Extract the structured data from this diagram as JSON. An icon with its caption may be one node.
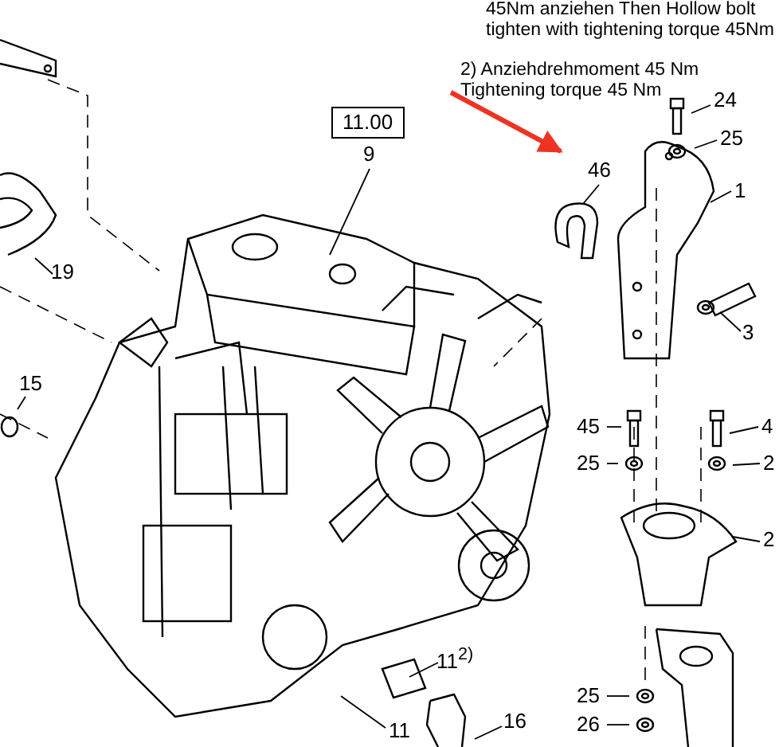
{
  "diagram": {
    "nodes": [
      {
        "text": [
          "11.00"
        ]
      },
      {
        "text": [
          "9"
        ]
      },
      {
        "text": [
          "24"
        ]
      },
      {
        "text": [
          "25"
        ]
      },
      {
        "text": [
          "46"
        ]
      },
      {
        "text": [
          "1"
        ]
      },
      {
        "text": [
          "3"
        ]
      },
      {
        "text": [
          "19"
        ]
      },
      {
        "text": [
          "15"
        ]
      },
      {
        "text": [
          "45"
        ]
      },
      {
        "text": [
          "25"
        ]
      },
      {
        "text": [
          "4"
        ]
      },
      {
        "text": [
          "2"
        ]
      },
      {
        "text": [
          "2"
        ]
      },
      {
        "text": [
          "11$^{2)}$"
        ]
      },
      {
        "text": [
          "11"
        ]
      },
      {
        "text": [
          "16"
        ]
      },
      {
        "text": [
          "25"
        ]
      },
      {
        "text": [
          "26"
        ]
      }
    ],
    "edges": [
      {
        "from": 1,
        "to": null,
        "arrow": "none"
      },
      {
        "from": 2,
        "to": null,
        "arrow": "none"
      },
      {
        "from": 3,
        "to": null,
        "arrow": "none"
      },
      {
        "from": 4,
        "to": null,
        "arrow": "none"
      },
      {
        "from": 5,
        "to": null,
        "arrow": "none"
      },
      {
        "from": 6,
        "to": null,
        "arrow": "none"
      },
      {
        "from": 7,
        "to": null,
        "arrow": "none"
      },
      {
        "from": 8,
        "to": null,
        "arrow": "none"
      },
      {
        "from": 9,
        "to": null,
        "arrow": "none"
      },
      {
        "from": 10,
        "to": null,
        "arrow": "none"
      },
      {
        "from": 11,
        "to": null,
        "arrow": "none"
      },
      {
        "from": 12,
        "to": null,
        "arrow": "none"
      },
      {
        "from": 13,
        "to": null,
        "arrow": "none"
      },
      {
        "from": 14,
        "to": null,
        "arrow": "none"
      },
      {
        "from": 15,
        "to": null,
        "arrow": "none"
      },
      {
        "from": 16,
        "to": null,
        "arrow": "none"
      },
      {
        "from": 17,
        "to": null,
        "arrow": "none"
      },
      {
        "from": 18,
        "to": null,
        "arrow": "none"
      }
    ],
    "labels": [
      "45Nm anziehen Then Hollow bolt tighten with tightening torque 45Nm",
      "2) Anziehdrehmoment 45 Nm Tightening torque 45 Nm"
    ]
  }
}
